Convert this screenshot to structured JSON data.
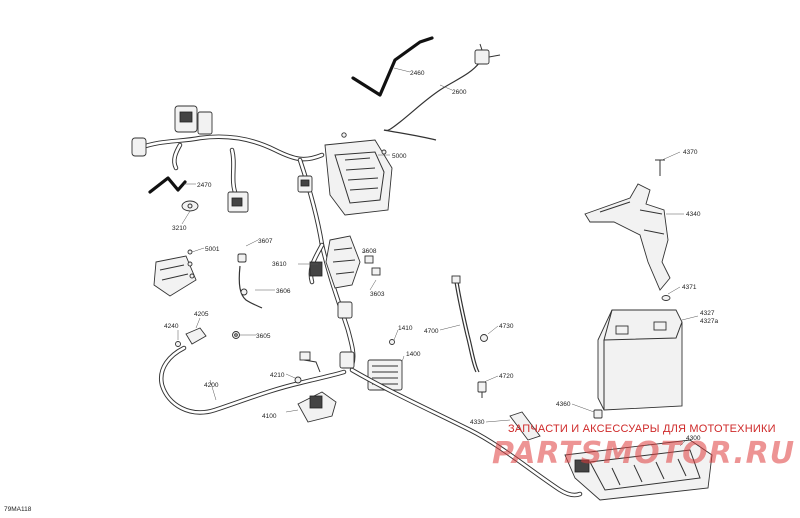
{
  "diagram": {
    "reference_code": "79MA118",
    "part_labels": [
      {
        "id": "2460",
        "text": "2460"
      },
      {
        "id": "2600",
        "text": "2600"
      },
      {
        "id": "5000",
        "text": "5000"
      },
      {
        "id": "2470",
        "text": "2470"
      },
      {
        "id": "3210",
        "text": "3210"
      },
      {
        "id": "5001",
        "text": "5001"
      },
      {
        "id": "3607",
        "text": "3607"
      },
      {
        "id": "3610",
        "text": "3610"
      },
      {
        "id": "3606",
        "text": "3606"
      },
      {
        "id": "3605",
        "text": "3605"
      },
      {
        "id": "3608",
        "text": "3608"
      },
      {
        "id": "3603",
        "text": "3603"
      },
      {
        "id": "4205",
        "text": "4205"
      },
      {
        "id": "4240",
        "text": "4240"
      },
      {
        "id": "4200",
        "text": "4200"
      },
      {
        "id": "4210",
        "text": "4210"
      },
      {
        "id": "4100",
        "text": "4100"
      },
      {
        "id": "1410",
        "text": "1410"
      },
      {
        "id": "1400",
        "text": "1400"
      },
      {
        "id": "4700",
        "text": "4700"
      },
      {
        "id": "4730",
        "text": "4730"
      },
      {
        "id": "4720",
        "text": "4720"
      },
      {
        "id": "4370",
        "text": "4370"
      },
      {
        "id": "4340",
        "text": "4340"
      },
      {
        "id": "4371",
        "text": "4371"
      },
      {
        "id": "4327",
        "text": "4327"
      },
      {
        "id": "4327a",
        "text": "4327a"
      },
      {
        "id": "4360",
        "text": "4360"
      },
      {
        "id": "4330",
        "text": "4330"
      },
      {
        "id": "4300",
        "text": "4300"
      }
    ]
  },
  "watermark": {
    "text": "ЗАПЧАСТИ И АКСЕССУАРЫ ДЛЯ МОТОТЕХНИКИ",
    "logo": "PARTSMOTOR.RU",
    "color": "#cf2a2a"
  }
}
